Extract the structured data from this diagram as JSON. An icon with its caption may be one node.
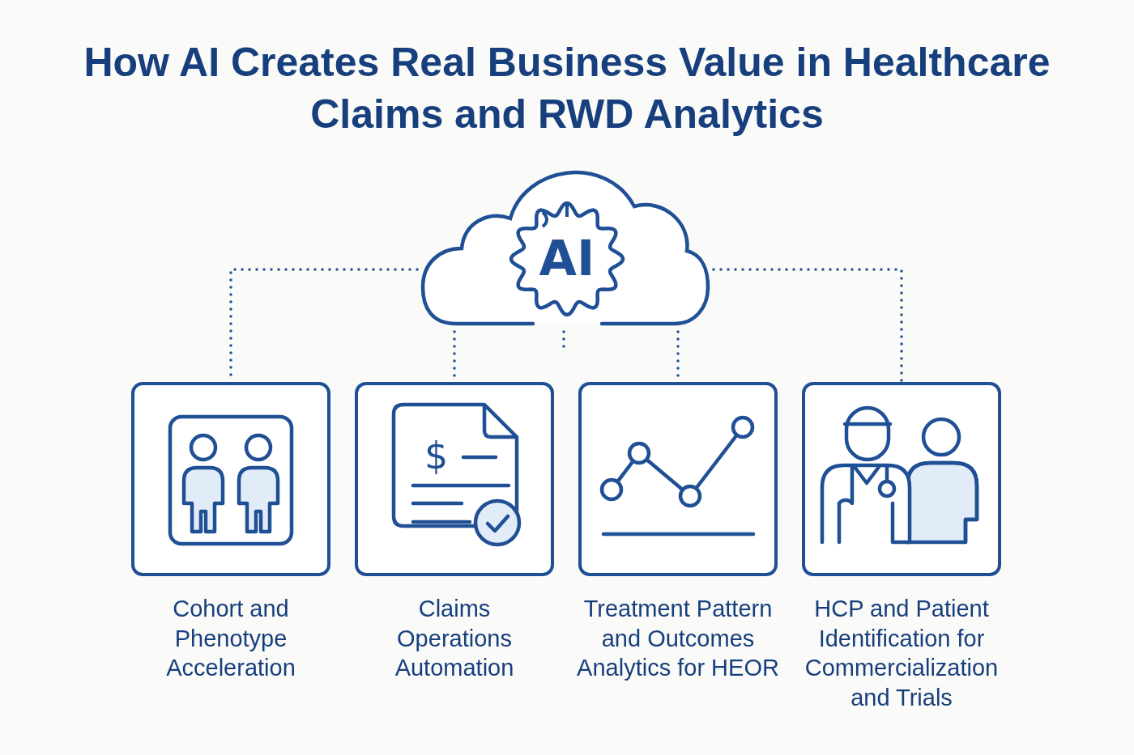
{
  "diagram": {
    "title": "How AI Creates Real Business Value in Healthcare Claims and RWD Analytics",
    "nodes": [
      {
        "text": [
          "AI"
        ]
      },
      {
        "text": [
          "Cohort and Phenotype Acceleration"
        ]
      },
      {
        "text": [
          "Claims Operations Automation"
        ]
      },
      {
        "text": [
          "Treatment Pattern and Outcomes Analytics for HEOR"
        ]
      },
      {
        "text": [
          "HCP and Patient Identification for Commercialization and Trials"
        ]
      }
    ],
    "edges": [
      {
        "from": 0,
        "to": 1,
        "arrow": "none",
        "style": "dashed"
      },
      {
        "from": 0,
        "to": 2,
        "arrow": "none",
        "style": "dashed"
      },
      {
        "from": 0,
        "to": 3,
        "arrow": "none",
        "style": "dashed"
      },
      {
        "from": 0,
        "to": 4,
        "arrow": "none",
        "style": "dashed"
      },
      {
        "from": 0,
        "to": null,
        "arrow": "none",
        "style": "dashed"
      }
    ],
    "labels": [
      "$"
    ]
  }
}
